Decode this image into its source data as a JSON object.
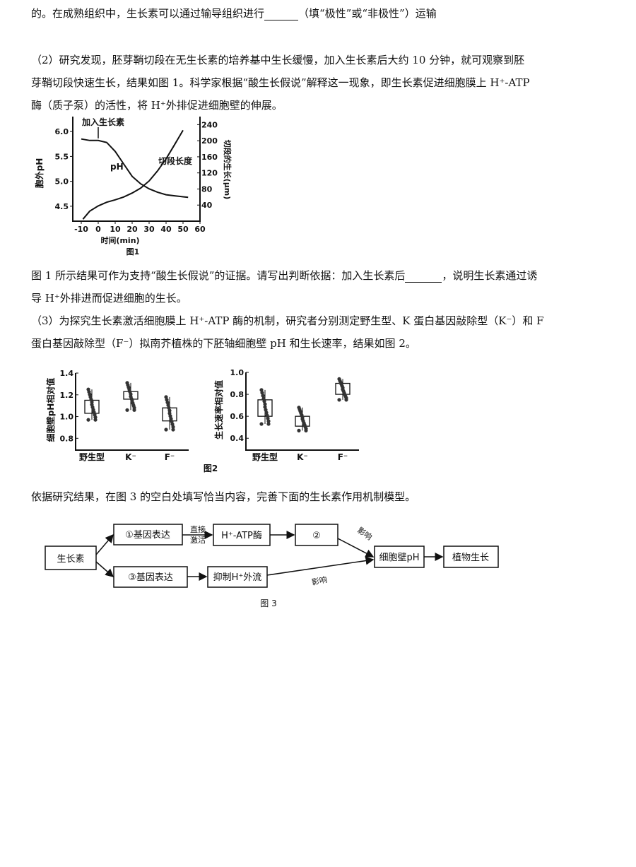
{
  "text": {
    "l1a": "的。在成熟组织中，生长素可以通过输导组织进行",
    "l1b": "（填“极性”或“非极性”）运输",
    "l2": "（2）研究发现，胚芽鞘切段在无生长素的培养基中生长缓慢，加入生长素后大约 10 分钟，就可观察到胚",
    "l3": "芽鞘切段快速生长，结果如图 1。科学家根据“酸生长假说”解释这一现象，即生长素促进细胞膜上 H⁺-ATP",
    "l4": "酶（质子泵）的活性，将 H⁺外排促进细胞壁的伸展。",
    "l5a": "图 1 所示结果可作为支持“酸生长假说”的证据。请写出判断依据：加入生长素后",
    "l5b": "，说明生长素通过诱",
    "l6": "导 H⁺外排进而促进细胞的生长。",
    "l7": "（3）为探究生长素激活细胞膜上 H⁺-ATP 酶的机制，研究者分别测定野生型、K 蛋白基因敲除型（K⁻）和 F",
    "l8": "蛋白基因敲除型（F⁻）拟南芥植株的下胚轴细胞壁 pH 和生长速率，结果如图 2。",
    "l9": "依据研究结果，在图 3 的空白处填写恰当内容，完善下面的生长素作用机制模型。"
  },
  "chart_data": [
    {
      "type": "line",
      "title": "图1",
      "xlabel": "时间(min)",
      "ylabel": "胞外pH",
      "y2label": "切段的生长(μm)",
      "annotation": "加入生长素",
      "xticks": [
        "-10",
        "0",
        "10",
        "20",
        "30",
        "40",
        "50",
        "60"
      ],
      "yticks": [
        "6.0",
        "5.5",
        "5.0",
        "4.5"
      ],
      "y2ticks": [
        "240",
        "200",
        "160",
        "120",
        "80",
        "40"
      ],
      "xlim": [
        -15,
        60
      ],
      "ylim": [
        4.2,
        6.3
      ],
      "y2lim": [
        0,
        260
      ],
      "series": [
        {
          "name": "pH",
          "axis": "left",
          "x": [
            -10,
            -5,
            0,
            5,
            10,
            15,
            20,
            25,
            30,
            35,
            40,
            45,
            50,
            53
          ],
          "y": [
            5.85,
            5.82,
            5.82,
            5.78,
            5.6,
            5.35,
            5.1,
            4.95,
            4.85,
            4.78,
            4.73,
            4.71,
            4.69,
            4.68
          ]
        },
        {
          "name": "切段长度",
          "axis": "right",
          "x": [
            -9,
            -5,
            0,
            5,
            10,
            15,
            20,
            25,
            30,
            35,
            40,
            45,
            50
          ],
          "y": [
            5,
            25,
            38,
            47,
            53,
            60,
            70,
            82,
            100,
            125,
            155,
            190,
            226
          ]
        }
      ]
    },
    {
      "type": "box",
      "title": "图2",
      "ylabel": "细胞壁pH相对值",
      "categories": [
        "野生型",
        "K⁻",
        "F⁻"
      ],
      "yticks": [
        "1.4",
        "1.2",
        "1.0",
        "0.8"
      ],
      "ylim": [
        0.75,
        1.4
      ],
      "boxes": [
        {
          "min": 0.97,
          "q1": 1.03,
          "q3": 1.15,
          "max": 1.25
        },
        {
          "min": 1.06,
          "q1": 1.16,
          "q3": 1.23,
          "max": 1.31
        },
        {
          "min": 0.88,
          "q1": 0.96,
          "q3": 1.08,
          "max": 1.18
        }
      ]
    },
    {
      "type": "box",
      "ylabel": "生长速率相对值",
      "categories": [
        "野生型",
        "K⁻",
        "F⁻"
      ],
      "yticks": [
        "1.0",
        "0.8",
        "0.6",
        "0.4"
      ],
      "ylim": [
        0.35,
        1.0
      ],
      "boxes": [
        {
          "min": 0.53,
          "q1": 0.6,
          "q3": 0.75,
          "max": 0.84
        },
        {
          "min": 0.47,
          "q1": 0.51,
          "q3": 0.6,
          "max": 0.68
        },
        {
          "min": 0.75,
          "q1": 0.8,
          "q3": 0.9,
          "max": 0.94
        }
      ]
    }
  ],
  "fig3": {
    "title": "图 3",
    "auxin": "生长素",
    "gene1": "①基因表达",
    "direct1": "直接",
    "direct2": "激活",
    "atpase": "H⁺-ATP酶",
    "blank2": "②",
    "gene3": "③基因表达",
    "inhibit": "抑制H⁺外流",
    "affect": "影响",
    "wallph": "细胞壁pH",
    "growth": "植物生长"
  }
}
